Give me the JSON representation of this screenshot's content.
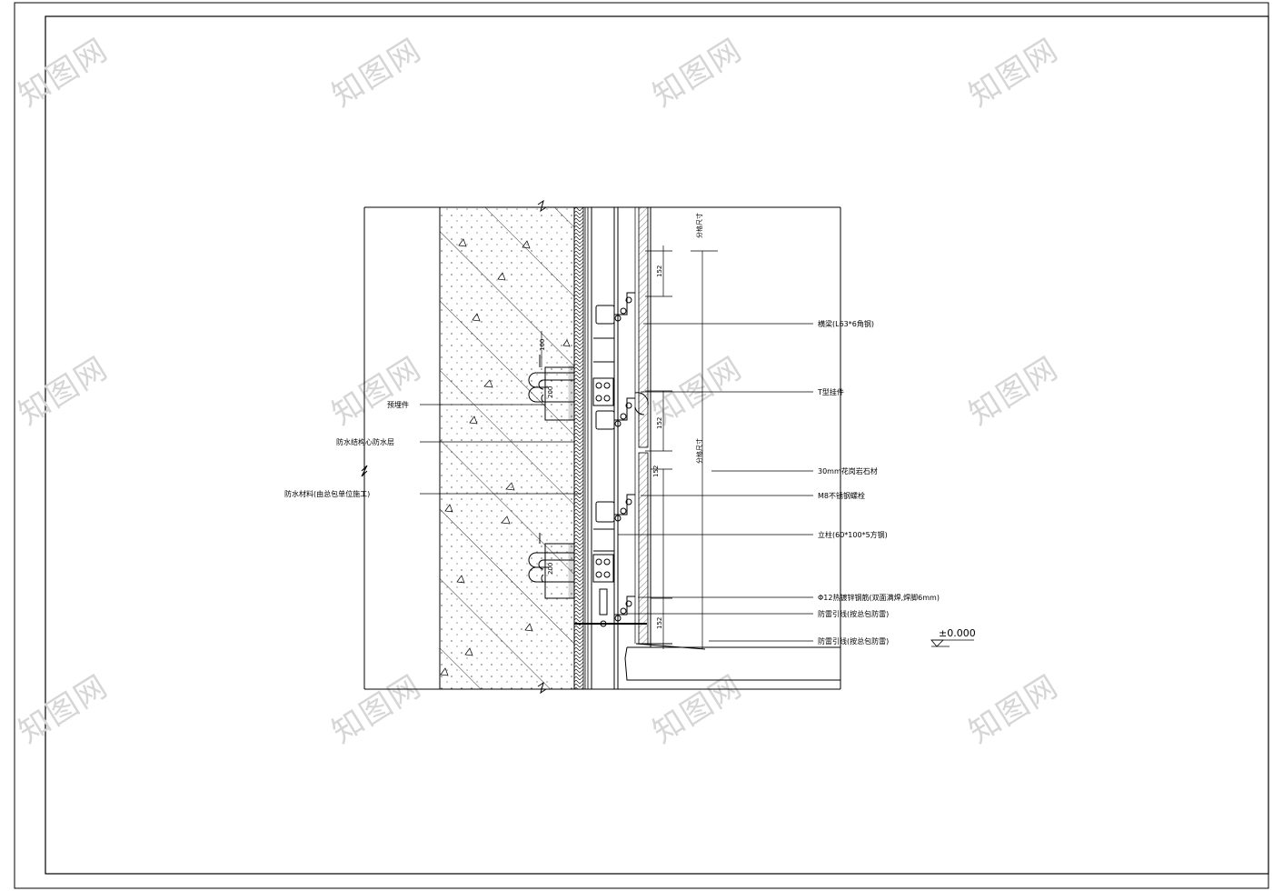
{
  "watermark": "知图网",
  "level_mark": "±0.000",
  "labels_right": [
    "横梁(L63*6角钢)",
    "T型挂件",
    "30mm花岗岩石材",
    "M8不锈钢螺栓",
    "立柱(60*100*5方钢)",
    "Φ12热镀锌钢筋(双面满焊,焊脚6mm)",
    "防雷引线(按总包防雷)",
    "防雷引线(按总包防雷)"
  ],
  "labels_left": [
    "预埋件",
    "防水结构心防水层",
    "防水材料(由总包单位施工)"
  ],
  "dims": {
    "d1": "152",
    "d2": "152",
    "d3": "152",
    "d4": "152",
    "d5": "100",
    "d6": "200",
    "d7": "200",
    "v1": "分格尺寸",
    "v2": "分格尺寸"
  }
}
